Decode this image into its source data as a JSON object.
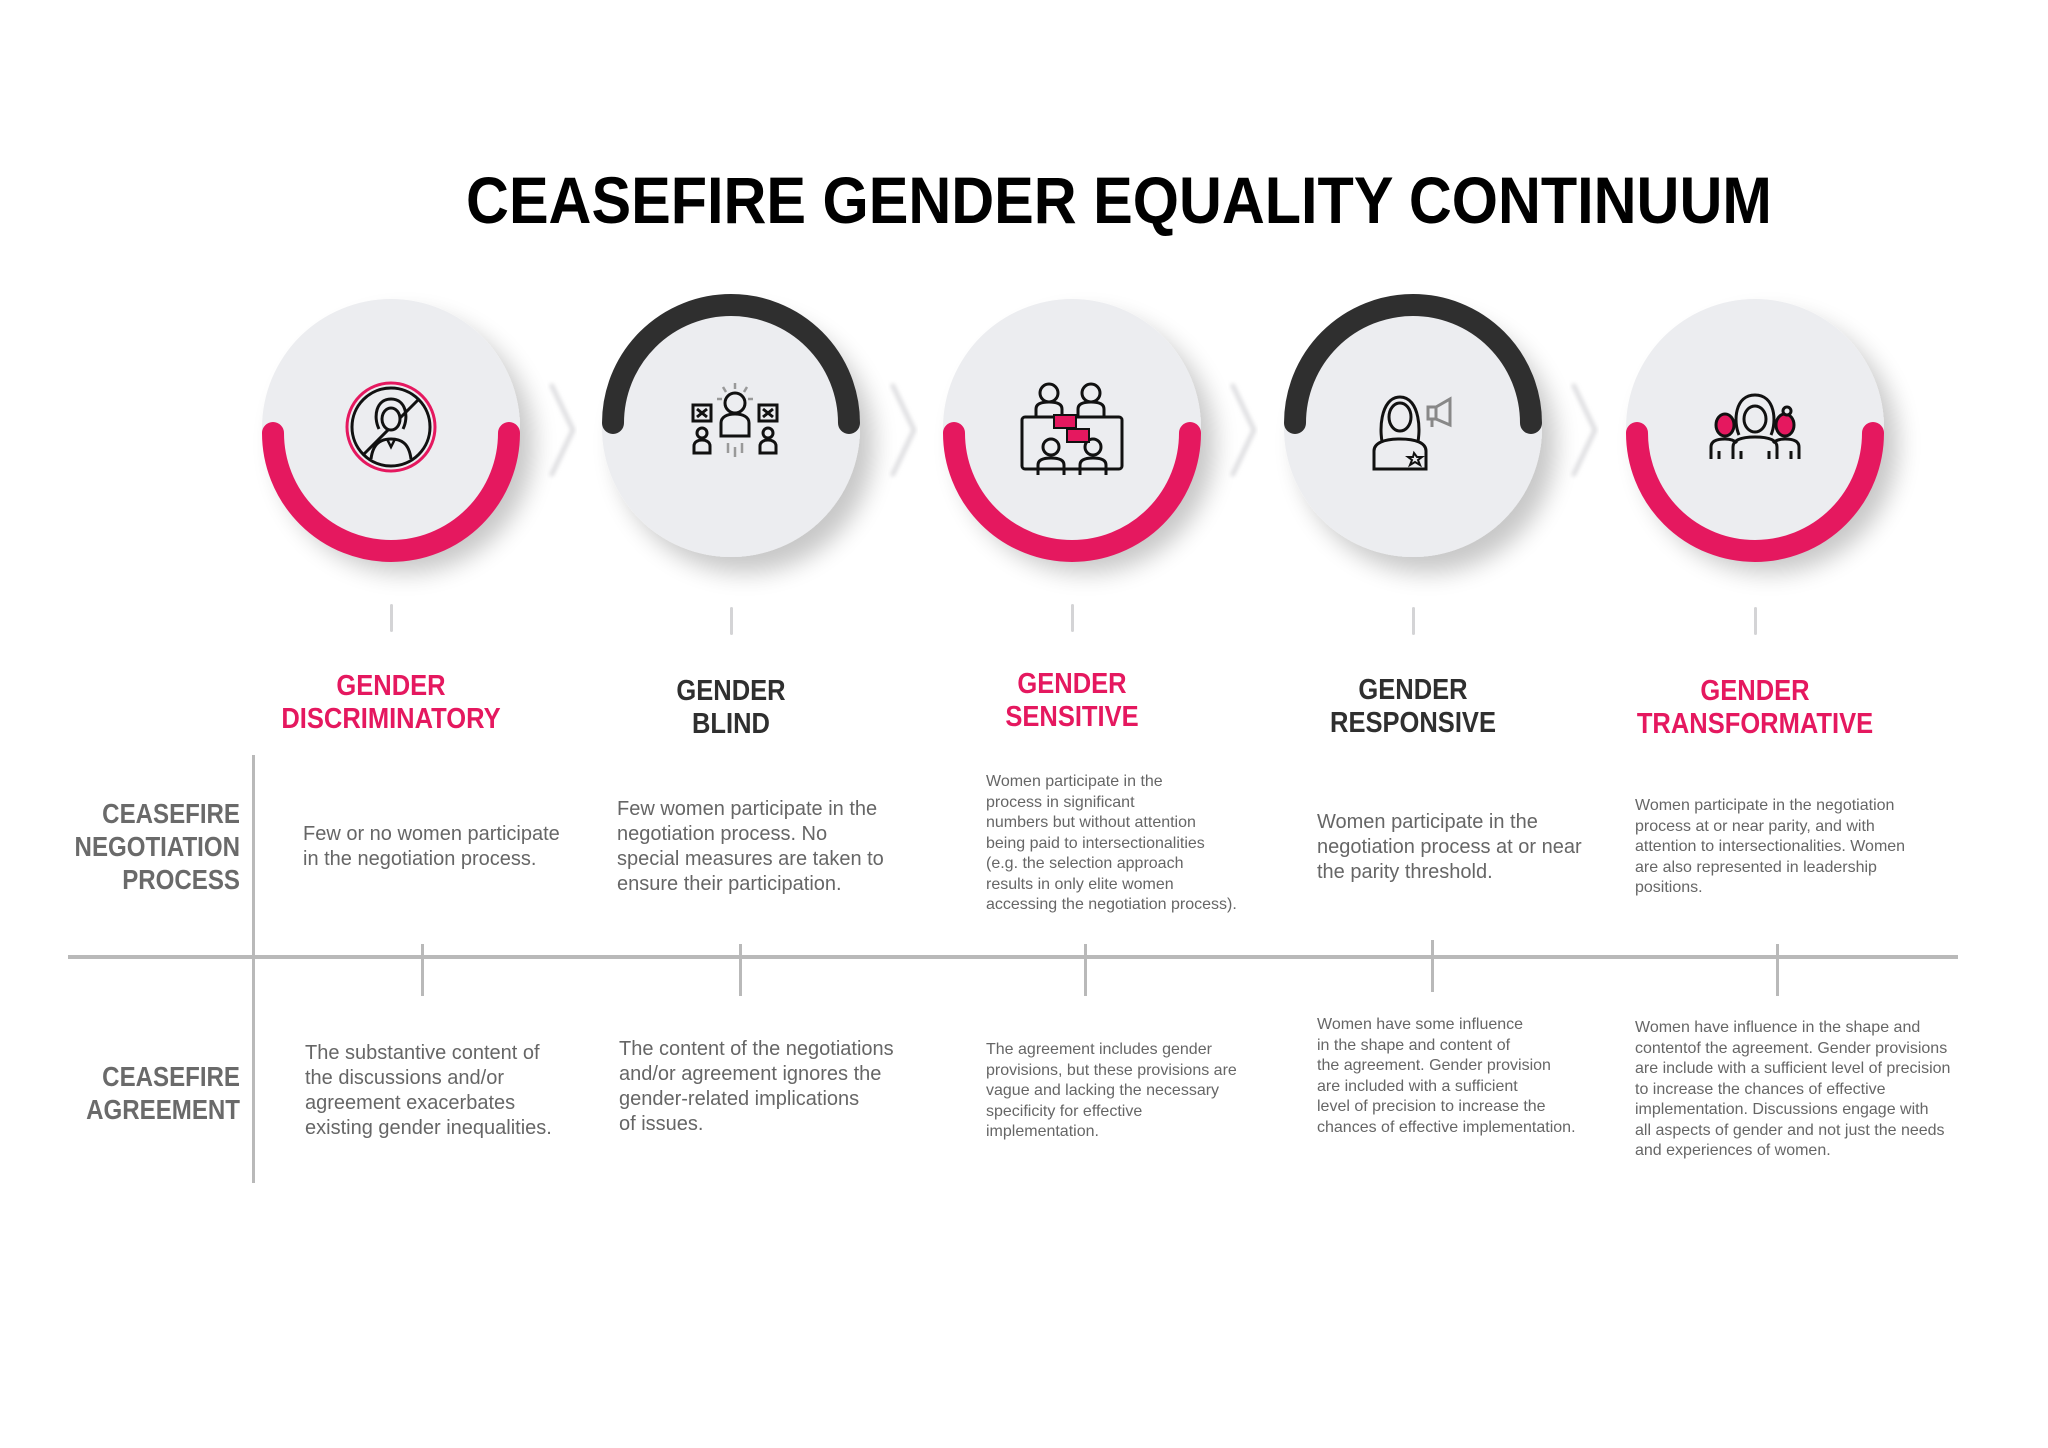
{
  "title": "CEASEFIRE GENDER EQUALITY CONTINUUM",
  "colors": {
    "accent_pink": "#e5185f",
    "arc_dark": "#2f2f2f",
    "circle_fill": "#ecedf0",
    "axis_gray": "#b9b9b9",
    "label_gray": "#6a6a6a",
    "body_text": "#666666"
  },
  "row_labels": {
    "negotiation": [
      "CEASEFIRE",
      "NEGOTIATION",
      "PROCESS"
    ],
    "agreement": [
      "CEASEFIRE",
      "AGREEMENT"
    ]
  },
  "stages": [
    {
      "line1": "GENDER",
      "line2": "DISCRIMINATORY",
      "color": "#e5185f",
      "arc": "bottom",
      "icon": "no-woman-icon",
      "negotiation": "Few or no women participate\nin the negotiation process.",
      "agreement": "The substantive content of\nthe discussions and/or\nagreement exacerbates\nexisting gender inequalities."
    },
    {
      "line1": "GENDER",
      "line2": "BLIND",
      "color": "#2f2f2f",
      "arc": "top",
      "icon": "ignored-people-icon",
      "negotiation": "Few women participate in the\nnegotiation process. No\nspecial measures are taken to\nensure their participation.",
      "agreement": "The content of the negotiations\nand/or agreement ignores the\ngender-related implications\nof issues."
    },
    {
      "line1": "GENDER",
      "line2": "SENSITIVE",
      "color": "#e5185f",
      "arc": "bottom",
      "icon": "meeting-table-icon",
      "negotiation": "Women participate in the\nprocess in significant\nnumbers but without attention\nbeing paid to intersectionalities\n(e.g. the selection approach\nresults in only elite women\naccessing the negotiation process).",
      "agreement": "The agreement includes gender\nprovisions, but these provisions are\nvague and lacking the necessary\nspecificity for effective\nimplementation."
    },
    {
      "line1": "GENDER",
      "line2": "RESPONSIVE",
      "color": "#2f2f2f",
      "arc": "top",
      "icon": "woman-megaphone-icon",
      "negotiation": "Women participate in the\nnegotiation process at or near\nthe parity threshold.",
      "agreement": "Women have some influence\nin the shape and content of\nthe agreement. Gender provision\n are included with a sufficient\nlevel of precision to increase the\nchances of effective implementation."
    },
    {
      "line1": "GENDER",
      "line2": "TRANSFORMATIVE",
      "color": "#e5185f",
      "arc": "bottom",
      "icon": "women-group-icon",
      "negotiation": "Women participate in the negotiation\nprocess at or near parity, and with\nattention to intersectionalities. Women\nare also represented in leadership\npositions.",
      "agreement": "Women have influence in the shape and\ncontentof the agreement. Gender provisions\nare include with a sufficient level of precision\nto increase the chances of effective\nimplementation. Discussions engage with\nall aspects of gender and not just the needs\nand experiences of women."
    }
  ]
}
